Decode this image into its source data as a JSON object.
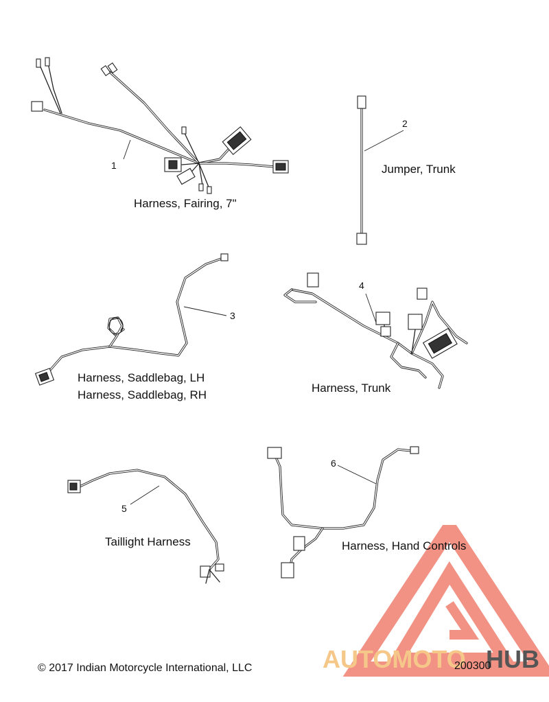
{
  "parts": [
    {
      "number": "1",
      "label": "Harness, Fairing, 7\""
    },
    {
      "number": "2",
      "label": "Jumper, Trunk"
    },
    {
      "number": "3",
      "label_line1": "Harness, Saddlebag, LH",
      "label_line2": "Harness, Saddlebag, RH"
    },
    {
      "number": "4",
      "label": "Harness, Trunk"
    },
    {
      "number": "5",
      "label": "Taillight Harness"
    },
    {
      "number": "6",
      "label": "Harness, Hand Controls"
    }
  ],
  "footer": {
    "copyright": "© 2017 Indian Motorcycle International, LLC",
    "figure_number": "200300"
  },
  "watermark": {
    "text_part1": "AUTOMOTO",
    "text_part2": "HUB",
    "colors": {
      "triangle": "#f08070",
      "text_light": "#f5c88a",
      "text_dark": "#555555"
    }
  }
}
